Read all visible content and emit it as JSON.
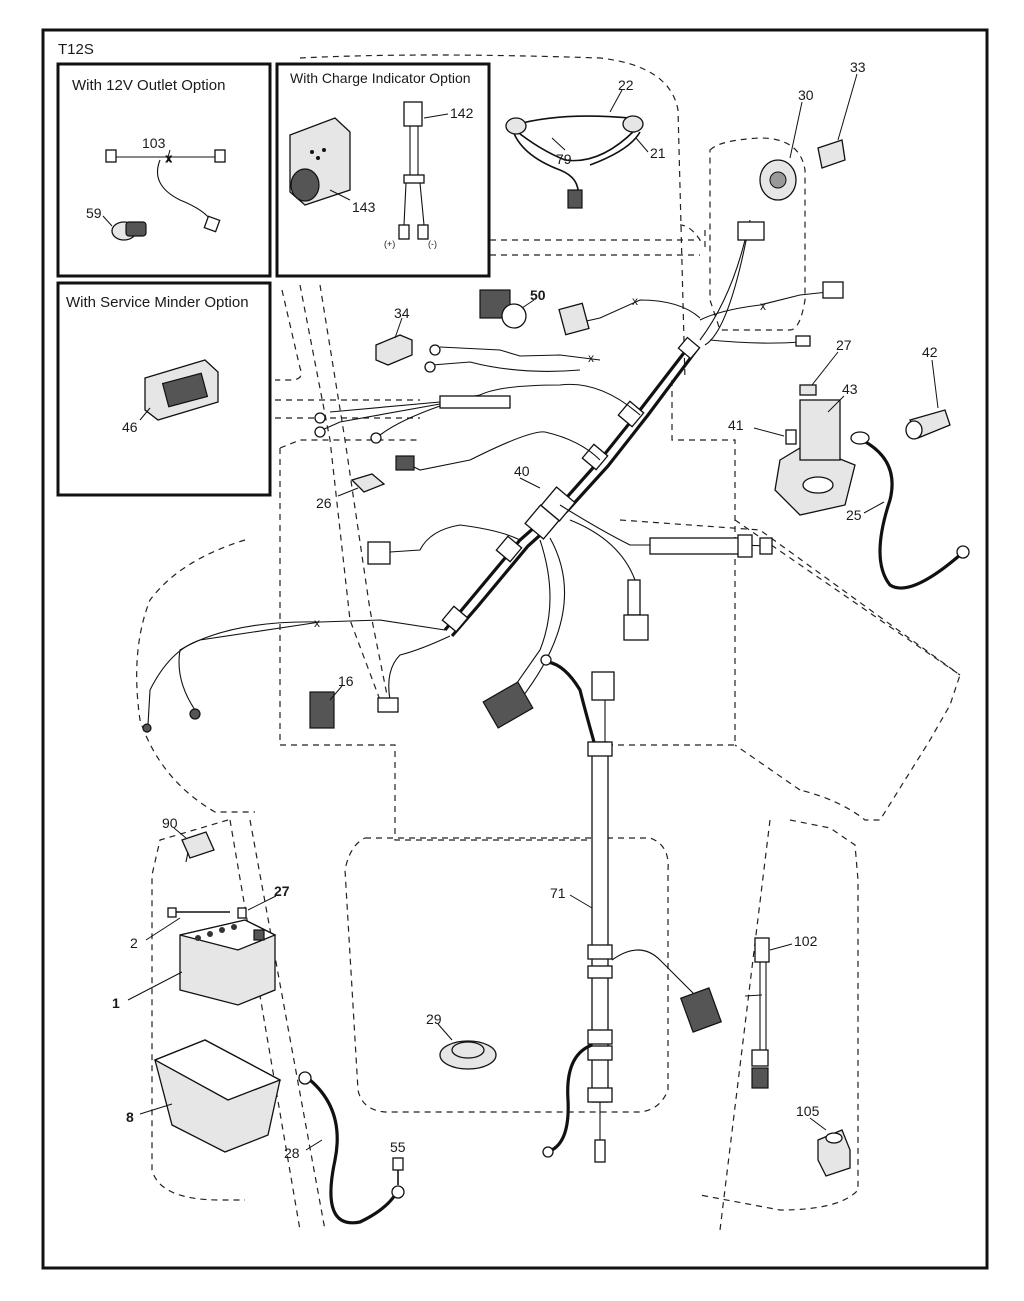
{
  "model_code": "T12S",
  "options": {
    "outlet_12v": {
      "title": "With 12V Outlet Option",
      "parts": [
        "103",
        "59"
      ]
    },
    "charge_indicator": {
      "title": "With Charge Indicator Option",
      "parts": [
        "142",
        "143"
      ],
      "terminal_pos": "(+)",
      "terminal_neg": "(-)"
    },
    "service_minder": {
      "title": "With Service Minder Option",
      "parts": [
        "46"
      ]
    }
  },
  "callouts": {
    "p22": "22",
    "p79": "79",
    "p21": "21",
    "p30": "30",
    "p33": "33",
    "p34": "34",
    "p50": "50",
    "p27": "27",
    "p42": "42",
    "p43": "43",
    "p41": "41",
    "p25": "25",
    "p40": "40",
    "p26": "26",
    "p16": "16",
    "p90": "90",
    "p27b": "27",
    "p2": "2",
    "p1": "1",
    "p71": "71",
    "p102": "102",
    "p29": "29",
    "p8": "8",
    "p28": "28",
    "p55": "55",
    "p105": "105"
  }
}
